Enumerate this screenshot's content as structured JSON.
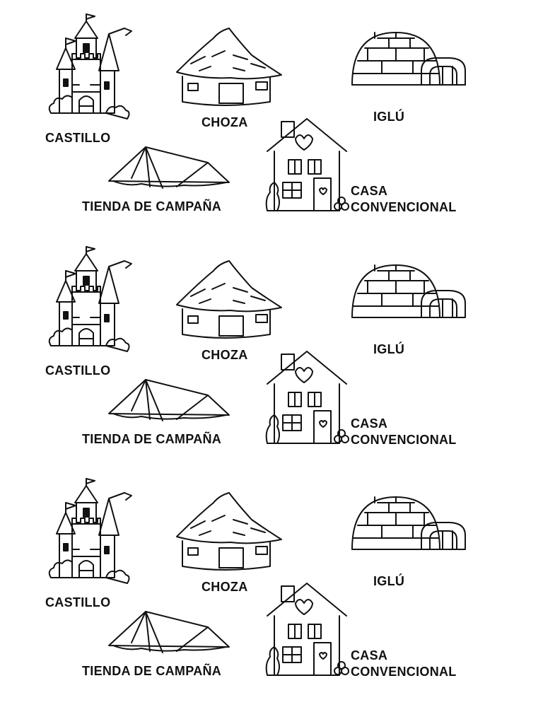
{
  "worksheet": {
    "blocks": [
      {
        "labels": {
          "castillo": "CASTILLO",
          "choza": "CHOZA",
          "iglu": "IGLÚ",
          "tienda": "TIENDA DE CAMPAÑA",
          "casa_line1": "CASA",
          "casa_line2": "CONVENCIONAL"
        }
      },
      {
        "labels": {
          "castillo": "CASTILLO",
          "choza": "CHOZA",
          "iglu": "IGLÚ",
          "tienda": "TIENDA DE CAMPAÑA",
          "casa_line1": "CASA",
          "casa_line2": "CONVENCIONAL"
        }
      },
      {
        "labels": {
          "castillo": "CASTILLO",
          "choza": "CHOZA",
          "iglu": "IGLÚ",
          "tienda": "TIENDA DE CAMPAÑA",
          "casa_line1": "CASA",
          "casa_line2": "CONVENCIONAL"
        }
      }
    ],
    "colors": {
      "ink": "#111111",
      "paper": "#ffffff"
    }
  }
}
